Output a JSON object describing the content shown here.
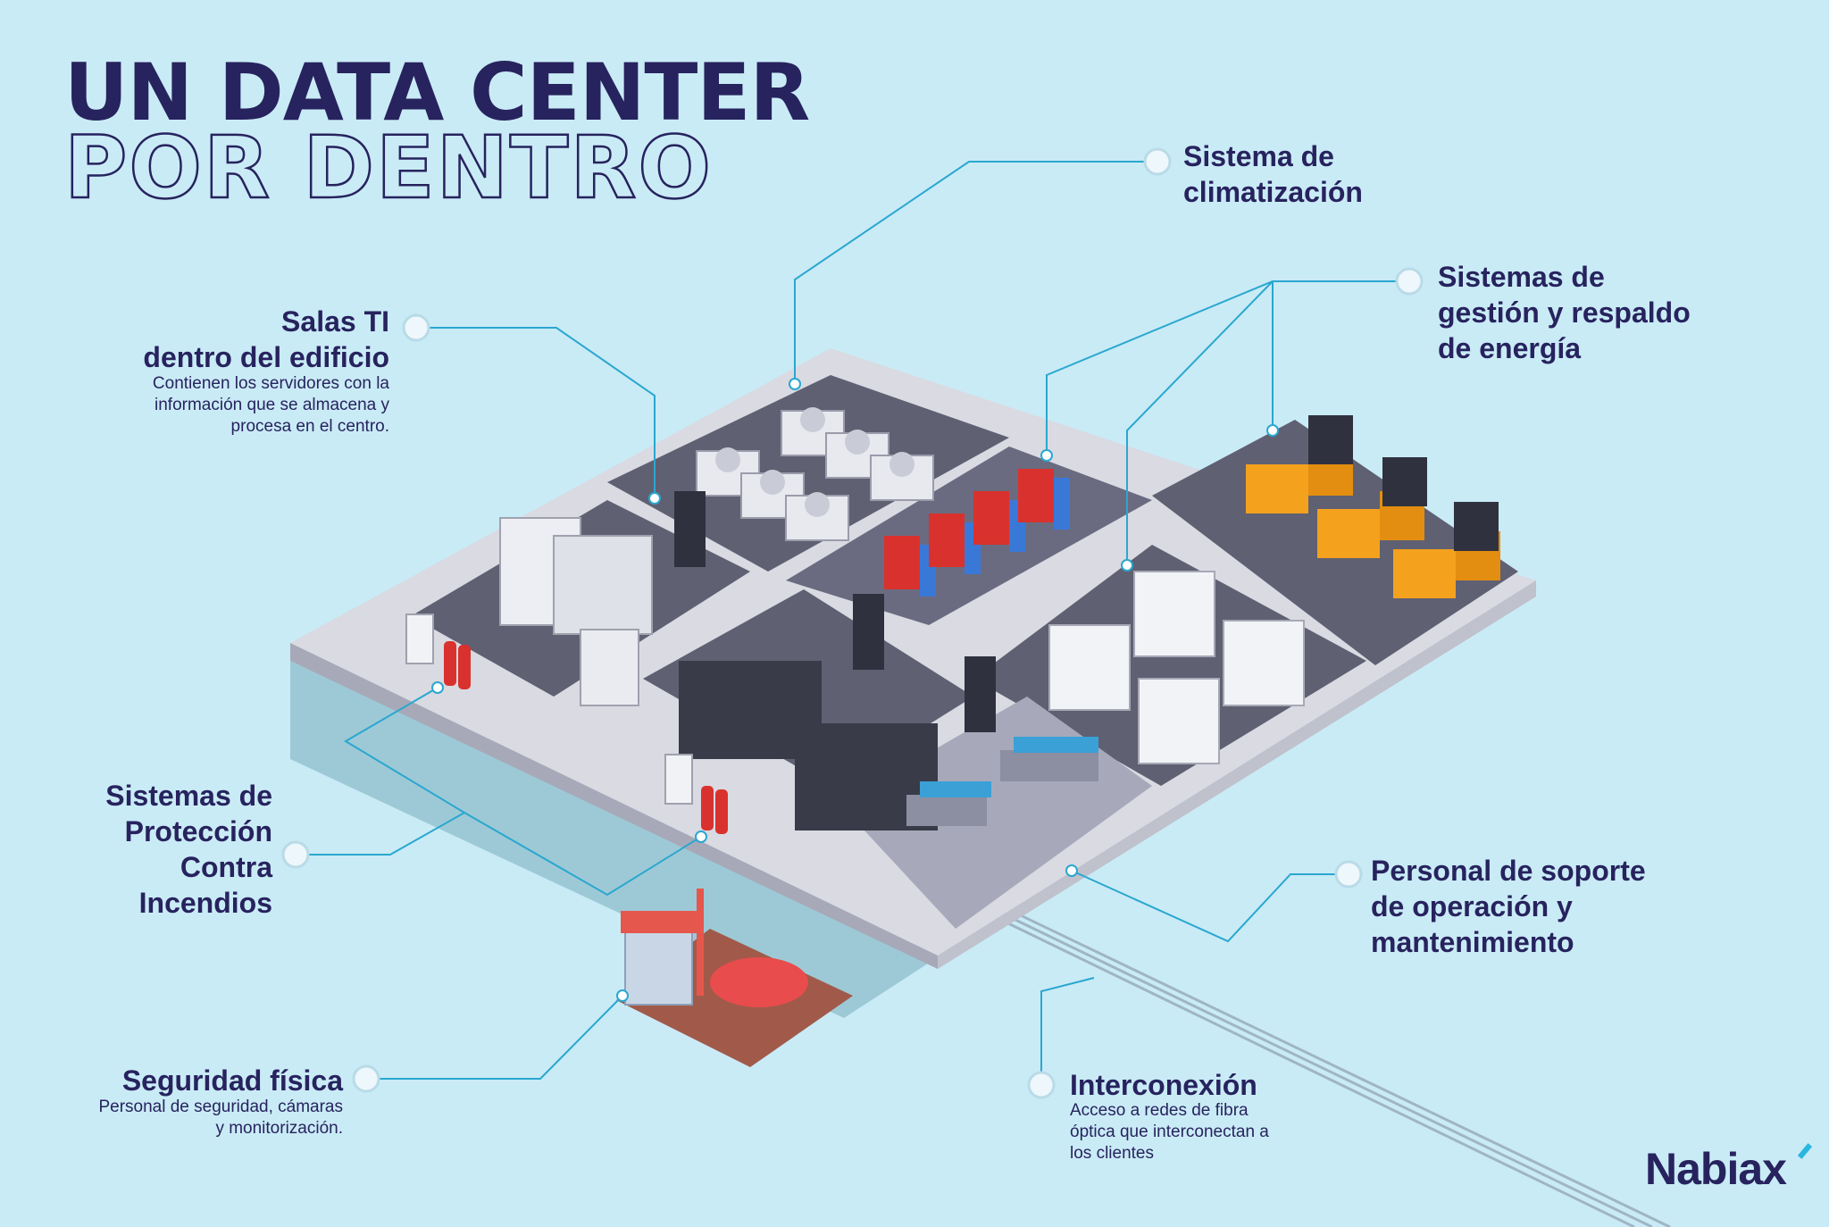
{
  "title": {
    "line1": "UN DATA CENTER",
    "line2": "POR DENTRO"
  },
  "labels": {
    "climatizacion": {
      "lines": [
        "Sistema de",
        "climatización"
      ]
    },
    "energia": {
      "lines": [
        "Sistemas de",
        "gestión y respaldo",
        "de energía"
      ]
    },
    "salas": {
      "lines": [
        "Salas TI",
        "dentro del edificio"
      ],
      "desc": [
        "Contienen los servidores con la",
        "información que se almacena y",
        "procesa en el centro."
      ]
    },
    "incendios": {
      "lines": [
        "Sistemas de",
        "Protección",
        "Contra",
        "Incendios"
      ]
    },
    "personal": {
      "lines": [
        "Personal de soporte",
        "de operación y",
        "mantenimiento"
      ]
    },
    "seguridad": {
      "lines": [
        "Seguridad física"
      ],
      "desc": [
        "Personal de seguridad, cámaras",
        "y monitorización."
      ]
    },
    "interconexion": {
      "lines": [
        "Interconexión"
      ],
      "desc": [
        "Acceso a redes de fibra",
        "óptica que interconectan a",
        "los clientes"
      ]
    }
  },
  "logo": {
    "text": "Nabiax"
  },
  "colors": {
    "background": "#c9ebf6",
    "navy": "#27235e",
    "leader": "#2aa7cf",
    "floor": "#6b6b80",
    "wall": "#d9dae2",
    "generator": "#f4a11e",
    "car": "#e84c4c",
    "fire": "#d9322e"
  }
}
